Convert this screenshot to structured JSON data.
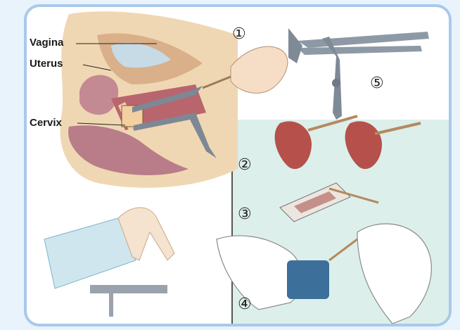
{
  "labels": {
    "vagina": "Vagina",
    "uterus": "Uterus",
    "cervix": "Cervix"
  },
  "steps": {
    "s1": "①",
    "s2": "②",
    "s3": "③",
    "s4": "④",
    "s5": "⑤"
  },
  "colors": {
    "frame": "#a9c9ea",
    "panel": "#dff0ec",
    "skin": "#f3d9b8",
    "tissue": "#e7c39a",
    "organ": "#b97d8a",
    "metal": "#8e99a6"
  }
}
